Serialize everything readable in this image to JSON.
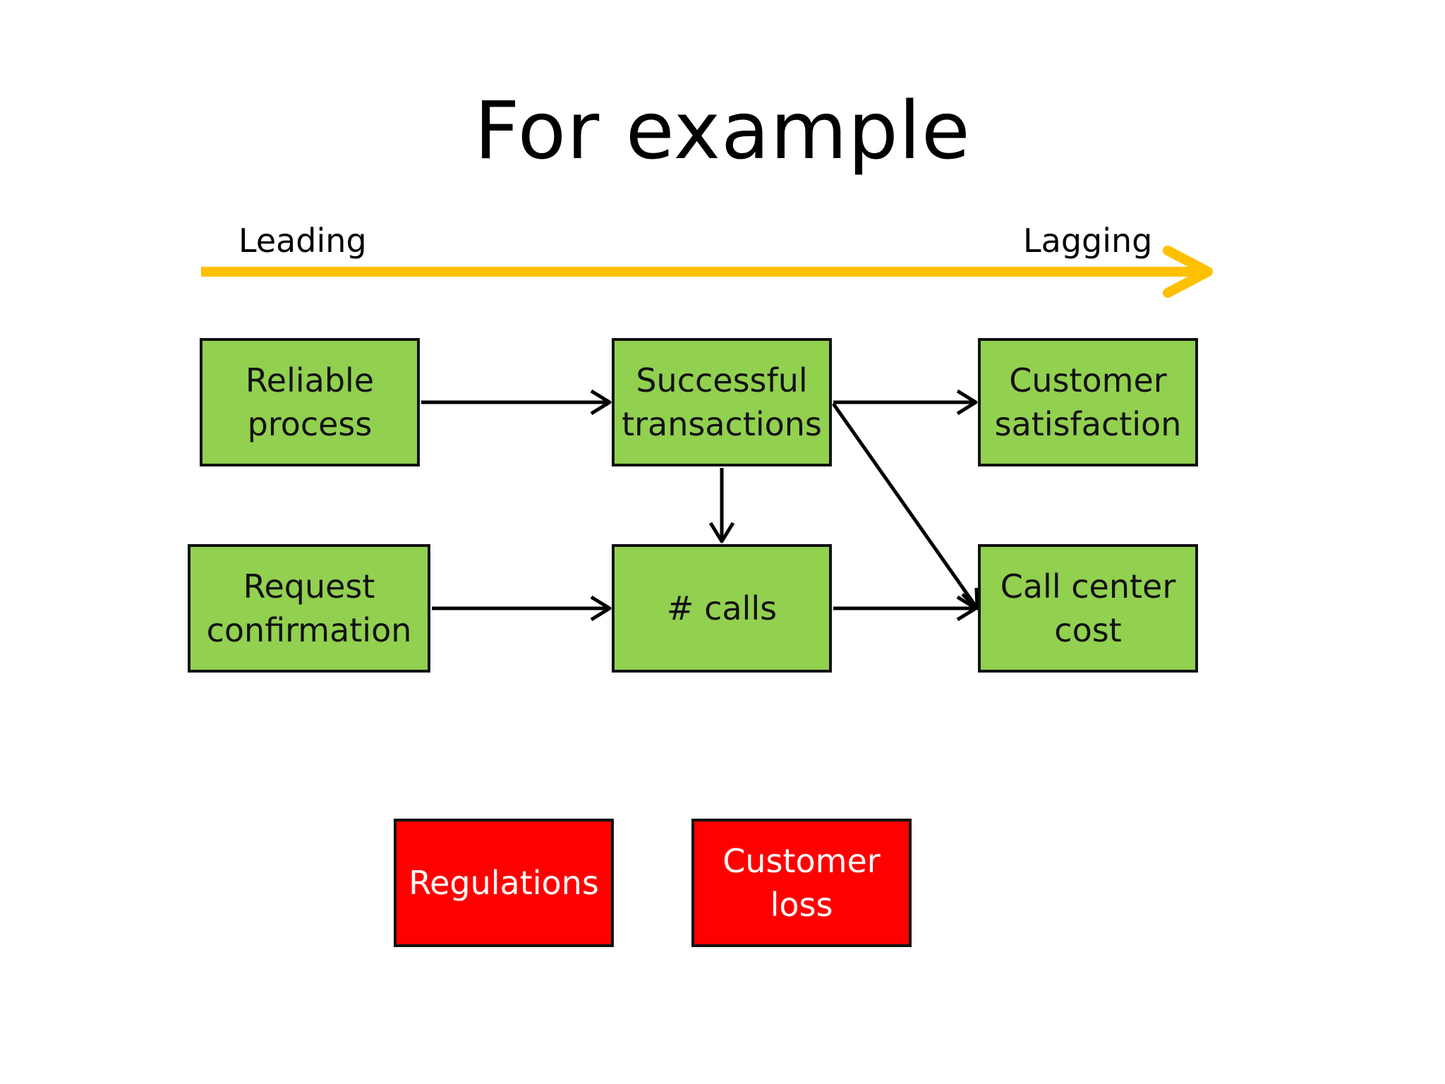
{
  "slide": {
    "title": "For example"
  },
  "axis": {
    "leading_label": "Leading",
    "lagging_label": "Lagging",
    "arrow_color": "#ffc000"
  },
  "nodes": {
    "reliable_process": {
      "line1": "Reliable",
      "line2": "process"
    },
    "successful_transactions": {
      "line1": "Successful",
      "line2": "transactions"
    },
    "customer_satisfaction": {
      "line1": "Customer",
      "line2": "satisfaction"
    },
    "request_confirmation": {
      "line1": "Request",
      "line2": "confirmation"
    },
    "calls": {
      "line1": "# calls"
    },
    "call_center_cost": {
      "line1": "Call center",
      "line2": "cost"
    },
    "regulations": {
      "line1": "Regulations"
    },
    "customer_loss": {
      "line1": "Customer",
      "line2": "loss"
    }
  },
  "colors": {
    "green_box": "#92d050",
    "red_box": "#ff0000"
  },
  "edges": [
    {
      "from": "Reliable process",
      "to": "Successful transactions"
    },
    {
      "from": "Successful transactions",
      "to": "Customer satisfaction"
    },
    {
      "from": "Successful transactions",
      "to": "# calls"
    },
    {
      "from": "Successful transactions",
      "to": "Call center cost"
    },
    {
      "from": "Request confirmation",
      "to": "# calls"
    },
    {
      "from": "# calls",
      "to": "Call center cost"
    }
  ]
}
